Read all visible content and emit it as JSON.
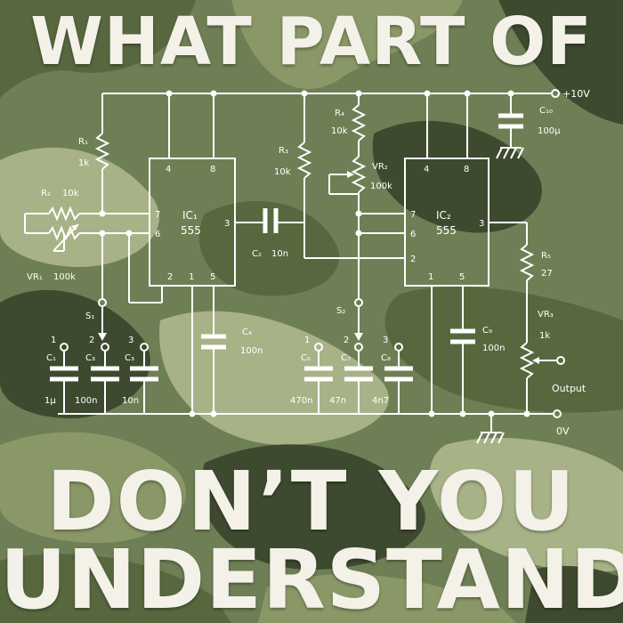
{
  "headline_top": "WHAT PART OF",
  "headline_middle": "DON’T YOU",
  "headline_bottom": "UNDERSTAND",
  "colors": {
    "text": "#f3f1e8",
    "wire": "#ffffff",
    "camo_base": "#6f7f55",
    "camo_dark": "#3e4a2f",
    "camo_light": "#a8b287",
    "camo_mid": "#57683f"
  },
  "circuit": {
    "supply": "+10V",
    "ground": "0V",
    "output": "Output",
    "ic1": {
      "name": "IC₁",
      "part": "555",
      "pins": [
        "4",
        "8",
        "7",
        "6",
        "3",
        "2",
        "1",
        "5"
      ]
    },
    "ic2": {
      "name": "IC₂",
      "part": "555",
      "pins": [
        "4",
        "8",
        "7",
        "6",
        "3",
        "2",
        "1",
        "5"
      ]
    },
    "r1": {
      "name": "R₁",
      "value": "1k"
    },
    "r2": {
      "name": "R₂",
      "value": "10k"
    },
    "vr1": {
      "name": "VR₁",
      "value": "100k"
    },
    "r3": {
      "name": "R₃",
      "value": "10k"
    },
    "r4": {
      "name": "R₄",
      "value": "10k"
    },
    "vr2": {
      "name": "VR₂",
      "value": "100k"
    },
    "r5": {
      "name": "R₅",
      "value": "27"
    },
    "vr3": {
      "name": "VR₃",
      "value": "1k"
    },
    "c2": {
      "name": "C₂",
      "value": "10n"
    },
    "c4": {
      "name": "C₄",
      "value": "100n"
    },
    "c10": {
      "name": "C₁₀",
      "value": "100µ"
    },
    "c9": {
      "name": "C₉",
      "value": "100n"
    },
    "s1": {
      "name": "S₁",
      "positions": [
        "1",
        "2",
        "3"
      ],
      "caps": [
        {
          "name": "C₁",
          "value": "1µ"
        },
        {
          "name": "C₃",
          "value": "100n"
        },
        {
          "name": "C₃",
          "value": "10n"
        }
      ]
    },
    "s2": {
      "name": "S₂",
      "positions": [
        "1",
        "2",
        "3"
      ],
      "caps": [
        {
          "name": "C₆",
          "value": "470n"
        },
        {
          "name": "C₇",
          "value": "47n"
        },
        {
          "name": "C₈",
          "value": "4n7"
        }
      ]
    }
  }
}
